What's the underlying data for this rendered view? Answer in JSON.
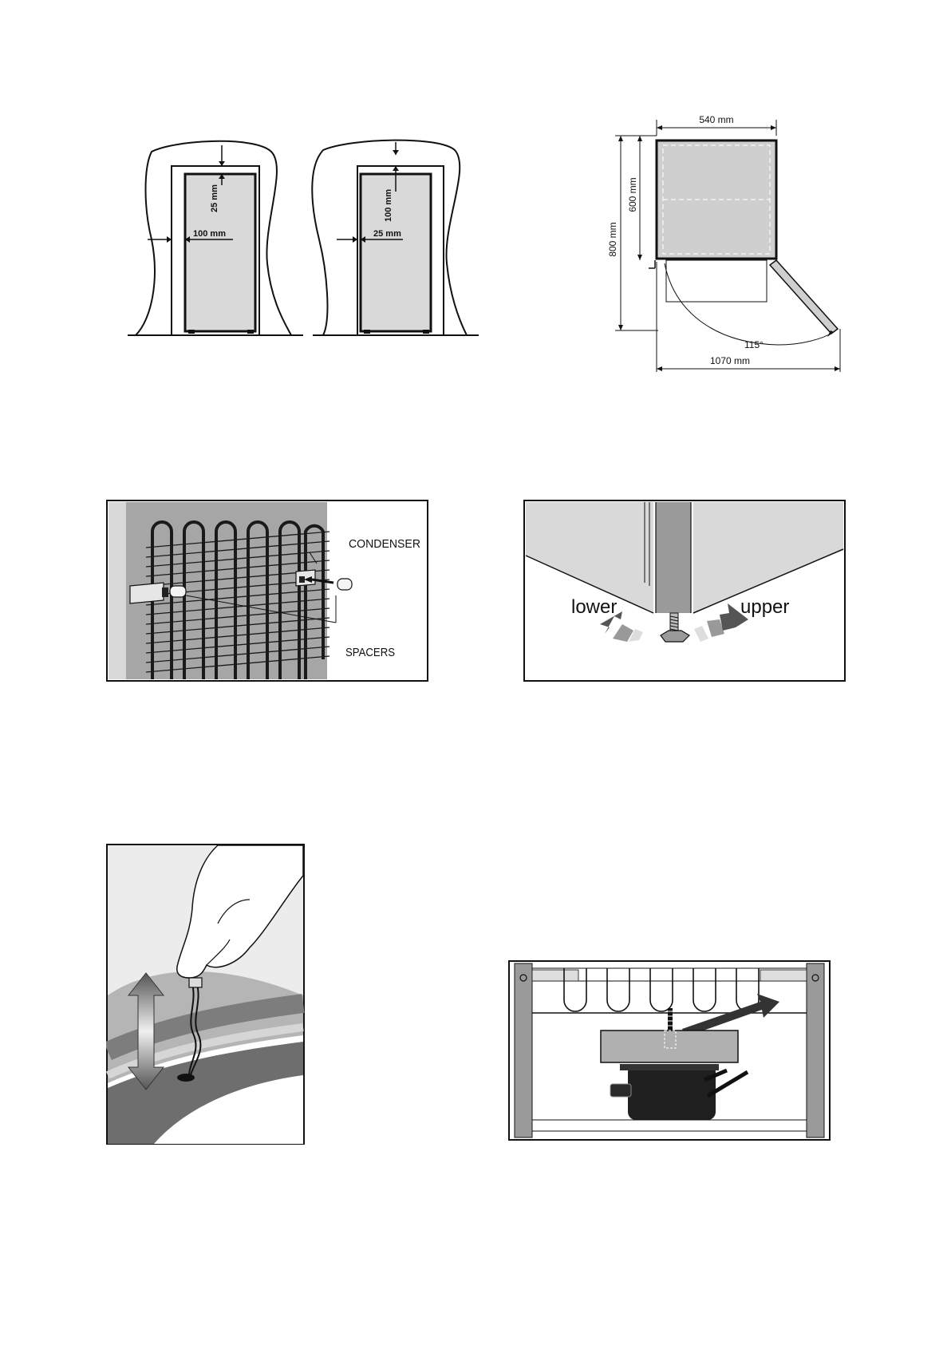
{
  "clearance_figures": {
    "left": {
      "side_gap": "100 mm",
      "top_gap": "25 mm"
    },
    "right": {
      "side_gap": "25 mm",
      "top_gap": "100 mm"
    }
  },
  "door_swing": {
    "width": "540 mm",
    "depth": "600 mm",
    "total_depth": "800 mm",
    "angle": "115°",
    "total_width": "1070 mm"
  },
  "condenser_figure": {
    "condenser_label": "CONDENSER",
    "spacers_label": "SPACERS"
  },
  "leveling_figure": {
    "lower_label": "lower",
    "upper_label": "upper"
  },
  "colors": {
    "ink": "#111111",
    "light_gray": "#d9d9d9",
    "mid_gray": "#9a9a9a",
    "dark_gray": "#555555"
  }
}
